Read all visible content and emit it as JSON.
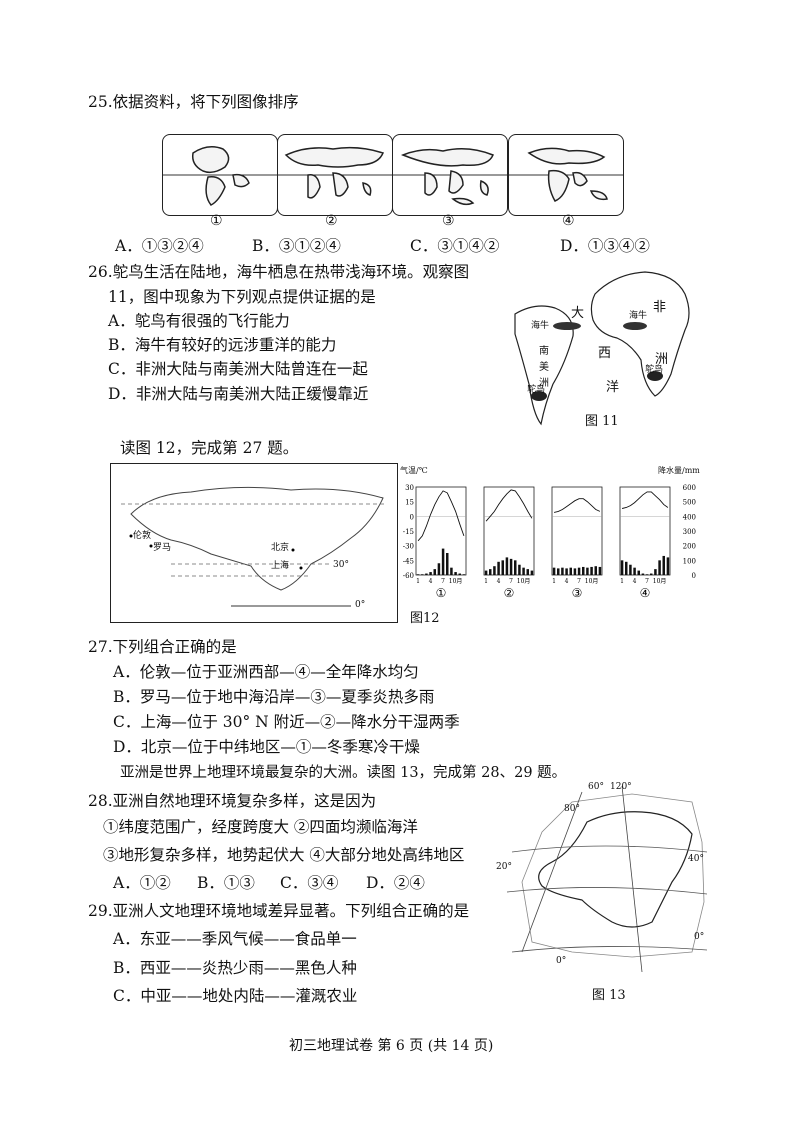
{
  "q25": {
    "stem": "25.依据资料，将下列图像排序",
    "panel_labels": [
      "①",
      "②",
      "③",
      "④"
    ],
    "options": [
      "A．①③②④",
      "B．③①②④",
      "C．③①④②",
      "D．①③④②"
    ]
  },
  "q26": {
    "stem_line1": "26.鸵鸟生活在陆地，海牛栖息在热带浅海环境。观察图",
    "stem_line2": "11，图中现象为下列观点提供证据的是",
    "options": [
      "A．鸵鸟有很强的飞行能力",
      "B．海牛有较好的远涉重洋的能力",
      "C．非洲大陆与南美洲大陆曾连在一起",
      "D．非洲大陆与南美洲大陆正缓慢靠近"
    ],
    "figure": {
      "caption": "图 11",
      "labels": {
        "da": "大",
        "xi": "西",
        "yang": "洋",
        "fei": "非",
        "zhou": "洲",
        "nan": "南",
        "mei": "美",
        "zhou2": "洲",
        "hainiu1": "海牛",
        "hainiu2": "海牛",
        "tuoniao1": "鸵鸟",
        "tuoniao2": "鸵鸟"
      }
    }
  },
  "intro27": "读图 12，完成第 27 题。",
  "fig12": {
    "caption": "图12",
    "map_labels": {
      "london": "伦敦",
      "rome": "罗马",
      "beijing": "北京",
      "shanghai": "上海",
      "lat30": "30°",
      "lat0": "0°"
    },
    "left_axis_title": "气温/℃",
    "right_axis_title": "降水量/mm",
    "left_ticks": [
      "30",
      "15",
      "0",
      "-15",
      "-30",
      "-45",
      "-60"
    ],
    "right_ticks": [
      "600",
      "500",
      "400",
      "300",
      "200",
      "100",
      "0"
    ],
    "x_ticks": [
      "1",
      "4",
      "7",
      "10月"
    ],
    "panel_labels": [
      "①",
      "②",
      "③",
      "④"
    ]
  },
  "chart_data": [
    {
      "type": "bar",
      "title": "①",
      "categories": [
        "1",
        "2",
        "3",
        "4",
        "5",
        "6",
        "7",
        "8",
        "9",
        "10",
        "11",
        "12"
      ],
      "series": [
        {
          "values": [
            5,
            5,
            10,
            20,
            40,
            80,
            180,
            150,
            50,
            20,
            10,
            5
          ]
        }
      ],
      "temperature": [
        -25,
        -20,
        -10,
        2,
        12,
        20,
        26,
        24,
        15,
        5,
        -8,
        -20
      ]
    },
    {
      "type": "bar",
      "title": "②",
      "categories": [
        "1",
        "2",
        "3",
        "4",
        "5",
        "6",
        "7",
        "8",
        "9",
        "10",
        "11",
        "12"
      ],
      "series": [
        {
          "values": [
            30,
            40,
            60,
            90,
            100,
            120,
            110,
            100,
            70,
            50,
            40,
            30
          ]
        }
      ],
      "temperature": [
        -5,
        0,
        5,
        12,
        18,
        23,
        27,
        26,
        20,
        13,
        5,
        -2
      ]
    },
    {
      "type": "bar",
      "title": "③",
      "categories": [
        "1",
        "2",
        "3",
        "4",
        "5",
        "6",
        "7",
        "8",
        "9",
        "10",
        "11",
        "12"
      ],
      "series": [
        {
          "values": [
            50,
            45,
            50,
            45,
            50,
            45,
            50,
            55,
            50,
            55,
            60,
            55
          ]
        }
      ],
      "temperature": [
        4,
        5,
        7,
        10,
        13,
        16,
        18,
        18,
        15,
        11,
        7,
        5
      ]
    },
    {
      "type": "bar",
      "title": "④",
      "categories": [
        "1",
        "2",
        "3",
        "4",
        "5",
        "6",
        "7",
        "8",
        "9",
        "10",
        "11",
        "12"
      ],
      "series": [
        {
          "values": [
            100,
            90,
            70,
            50,
            30,
            10,
            5,
            10,
            40,
            100,
            130,
            120
          ]
        }
      ],
      "temperature": [
        8,
        9,
        11,
        14,
        18,
        22,
        25,
        25,
        21,
        17,
        12,
        9
      ]
    }
  ],
  "q27": {
    "stem": "27.下列组合正确的是",
    "options": [
      "A．伦敦—位于亚洲西部—④—全年降水均匀",
      "B．罗马—位于地中海沿岸—③—夏季炎热多雨",
      "C．上海—位于 30° N 附近—②—降水分干湿两季",
      "D．北京—位于中纬地区—①—冬季寒冷干燥"
    ]
  },
  "intro28": "亚洲是世界上地理环境最复杂的大洲。读图 13，完成第 28、29 题。",
  "q28": {
    "stem": "28.亚洲自然地理环境复杂多样，这是因为",
    "line1": "①纬度范围广，经度跨度大 ②四面均濒临海洋",
    "line2": "③地形复杂多样，地势起伏大 ④大部分地处高纬地区",
    "options": [
      "A．①②",
      "B．①③",
      "C．③④",
      "D．②④"
    ]
  },
  "q29": {
    "stem": "29.亚洲人文地理环境地域差异显著。下列组合正确的是",
    "options": [
      "A．东亚——季风气候——食品单一",
      "B．西亚——炎热少雨——黑色人种",
      "C．中亚——地处内陆——灌溉农业"
    ]
  },
  "fig13": {
    "caption": "图 13",
    "labels": {
      "l60": "60°",
      "l120": "120°",
      "l80": "80°",
      "l40": "40°",
      "l20": "20°",
      "l0": "0°",
      "l0b": "0°"
    }
  },
  "footer": "初三地理试卷 第 6 页 (共 14 页)"
}
